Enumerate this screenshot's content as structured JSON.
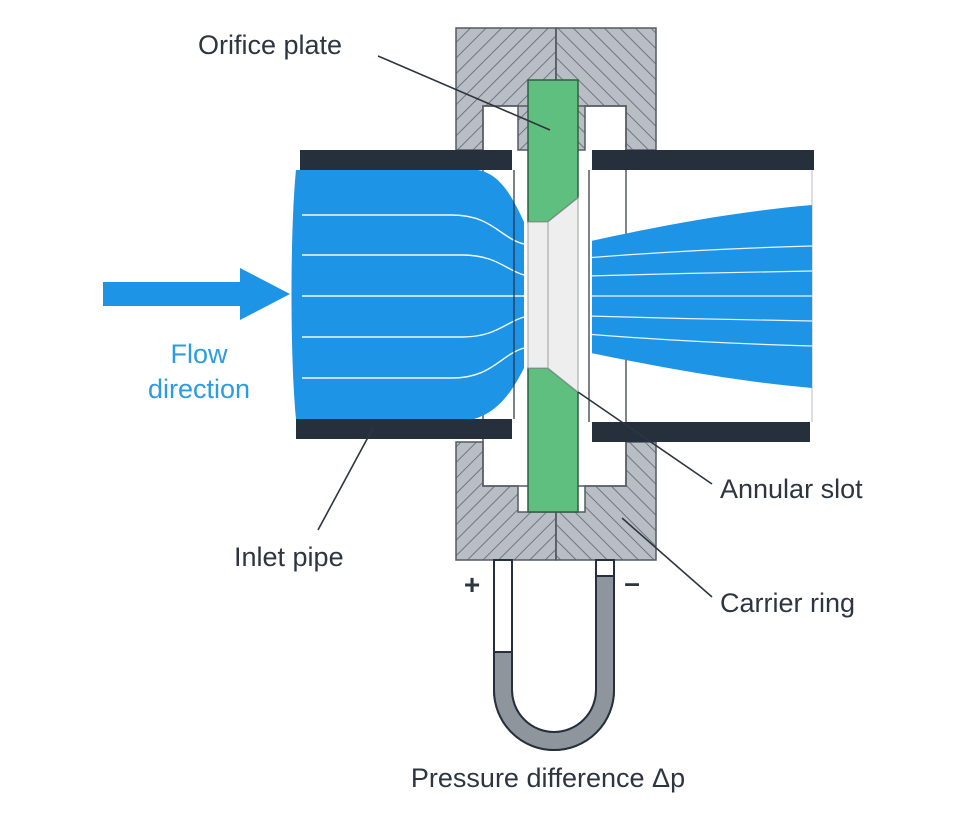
{
  "labels": {
    "orifice_plate": "Orifice plate",
    "flow_direction_line1": "Flow",
    "flow_direction_line2": "direction",
    "inlet_pipe": "Inlet pipe",
    "annular_slot": "Annular slot",
    "carrier_ring": "Carrier ring",
    "pressure_difference": "Pressure difference Δp",
    "plus_sign": "+",
    "minus_sign": "–"
  },
  "colors": {
    "fluid": "#1e94e6",
    "pipe_wall": "#26303d",
    "orifice_plate": "#5fbf7e",
    "orifice_bore": "#eeeeee",
    "carrier_ring": "#b9bdc4",
    "manometer_fluid": "#8f959c",
    "flow_label": "#2b9ce0",
    "label_text": "#2d3540"
  }
}
